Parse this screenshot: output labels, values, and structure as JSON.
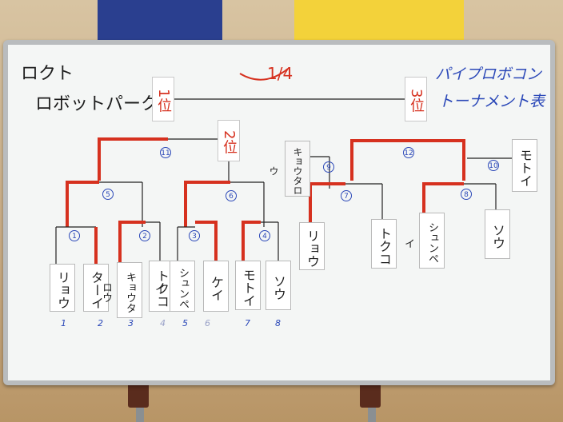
{
  "top_left_title": {
    "line1": "ロクト",
    "line2": "ロボットパーク"
  },
  "top_right_title": {
    "line1": "パイプロボコン",
    "line2": "トーナメント表"
  },
  "center_label": "1/4",
  "placements": {
    "first": "1位",
    "second": "2位",
    "third": "3位"
  },
  "entrants": [
    {
      "name": "リョウ",
      "seed": "1"
    },
    {
      "name": "ターイ",
      "seed": "2"
    },
    {
      "name": "キョウタロウ",
      "seed": "3"
    },
    {
      "name": "トクコ",
      "seed": "4"
    },
    {
      "name": "シュンペイ",
      "seed": "5"
    },
    {
      "name": "ケイ",
      "seed": "6"
    },
    {
      "name": "モトイ",
      "seed": "7"
    },
    {
      "name": "ソウ",
      "seed": "8"
    }
  ],
  "round2_entrants": [
    {
      "name": "キョウタロウ"
    },
    {
      "name": "リョウ"
    },
    {
      "name": "トクコ"
    },
    {
      "name": "シュンペイ"
    },
    {
      "name": "ソウ"
    },
    {
      "name": "モトイ"
    }
  ],
  "match_numbers": [
    "1",
    "2",
    "3",
    "4",
    "5",
    "6",
    "7",
    "8",
    "9",
    "10",
    "11",
    "12"
  ],
  "colors": {
    "winner_line": "#d6311f",
    "bracket_line": "#222222",
    "marker_blue": "#2b48b8",
    "board": "#f4f6f5"
  }
}
